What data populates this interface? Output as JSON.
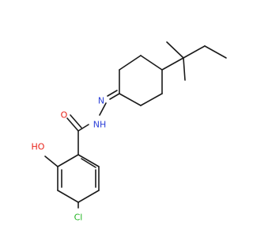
{
  "atom_labels": [
    {
      "id": "O_carbonyl",
      "text": "O",
      "color": "#e8231a"
    },
    {
      "id": "NH",
      "text": "NH",
      "color": "#2b3fd8"
    },
    {
      "id": "N_imine",
      "text": "N",
      "color": "#2b3fd8"
    },
    {
      "id": "OH",
      "text": "HO",
      "color": "#e8231a"
    },
    {
      "id": "Cl",
      "text": "Cl",
      "color": "#22b522"
    }
  ],
  "colors": {
    "bond": "#1a1a1a",
    "oxygen": "#e8231a",
    "nitrogen": "#2b3fd8",
    "chlorine": "#22b522",
    "background": "#ffffff"
  }
}
